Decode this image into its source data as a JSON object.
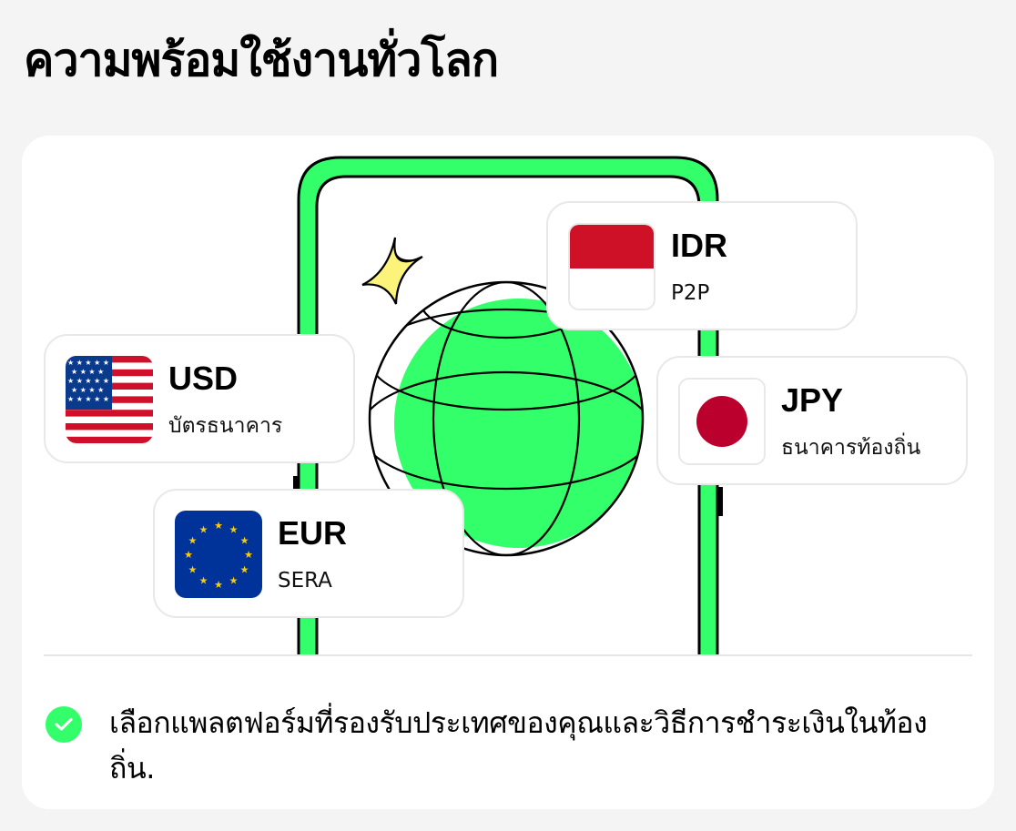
{
  "page": {
    "title": "ความพร้อมใช้งานทั่วโลก"
  },
  "illustration": {
    "phone_color": "#33ff6a",
    "globe_color": "#33ff6a",
    "sparkle_color": "#fcf47a",
    "icons": [
      "phone-icon",
      "globe-icon",
      "sparkle-icon"
    ]
  },
  "currencies": [
    {
      "code": "IDR",
      "method": "P2P",
      "flag": "indonesia-flag-icon"
    },
    {
      "code": "USD",
      "method": "บัตรธนาคาร",
      "flag": "usa-flag-icon"
    },
    {
      "code": "JPY",
      "method": "ธนาคารท้องถิ่น",
      "flag": "japan-flag-icon"
    },
    {
      "code": "EUR",
      "method": "SERA",
      "flag": "eu-flag-icon"
    }
  ],
  "feature": {
    "icon": "check-circle-icon",
    "text": "เลือกแพลตฟอร์มที่รองรับประเทศของคุณและวิธีการชำระเงินในท้องถิ่น.",
    "accent": "#33ff6a"
  }
}
